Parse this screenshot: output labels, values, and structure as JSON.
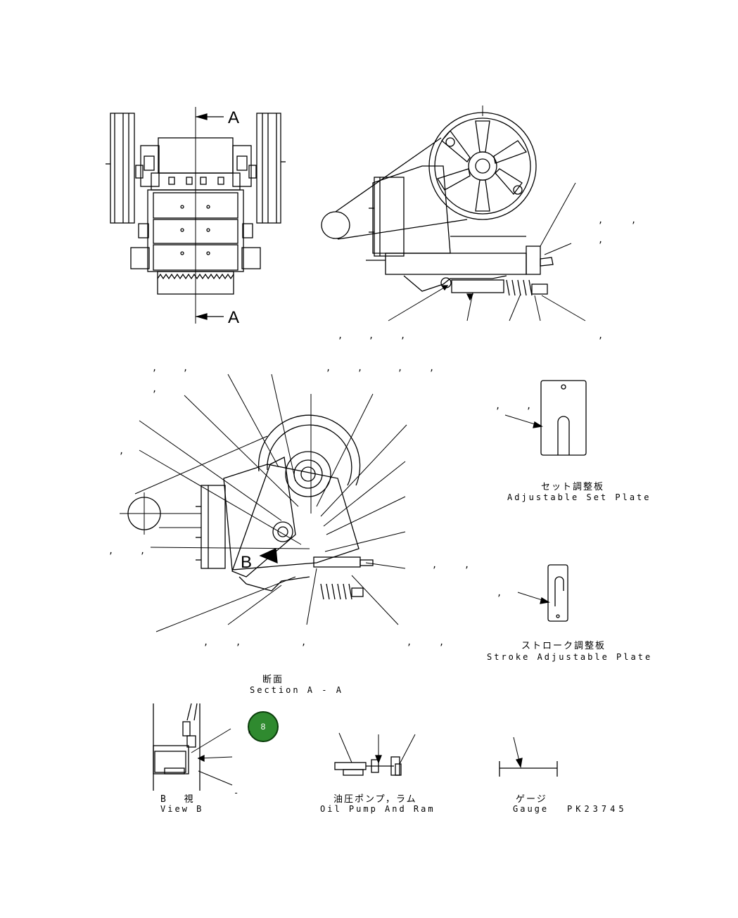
{
  "views": {
    "front": {
      "section_marker": "A"
    },
    "section": {
      "marker_b": "B",
      "title_jp": "断面",
      "title_en": "Section A - A"
    },
    "adjustable_set_plate": {
      "title_jp": "セット調整板",
      "title_en": "Adjustable Set Plate"
    },
    "stroke_adjustable_plate": {
      "title_jp": "ストローク調整板",
      "title_en": "Stroke Adjustable Plate"
    },
    "view_b": {
      "title_jp": "B 視",
      "title_en": "View B",
      "dash": "-"
    },
    "oil_pump": {
      "title_jp": "油圧ポンプ，ラム",
      "title_en": "Oil Pump And Ram"
    },
    "gauge": {
      "title_jp": "ゲージ",
      "title_en": "Gauge"
    }
  },
  "drawing_number": "PK23745",
  "badge": {
    "label": "8",
    "color": "#2f8a2f"
  },
  "separator": ","
}
